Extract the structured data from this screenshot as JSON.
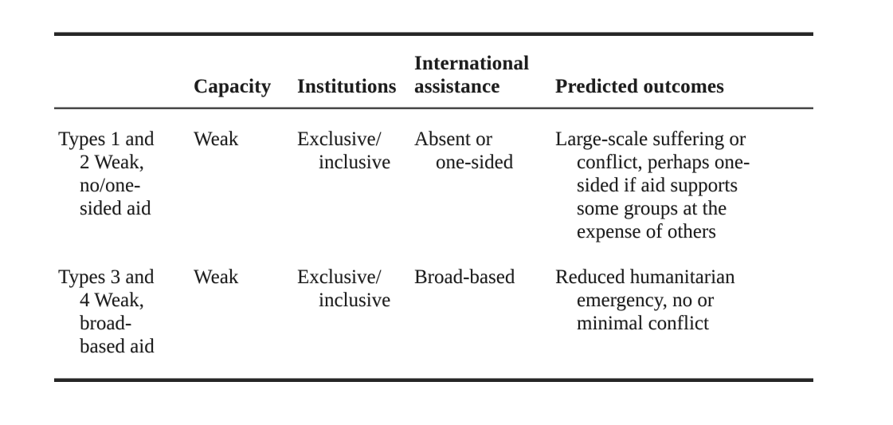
{
  "page": {
    "background_color": "#ffffff",
    "text_color": "#1d1d1d",
    "rule_color": "#262626"
  },
  "table": {
    "headers": {
      "row_label": "",
      "capacity": "Capacity",
      "institutions": "Institutions",
      "international_assistance": "International\nassistance",
      "predicted_outcomes": "Predicted outcomes"
    },
    "rows": [
      {
        "type_label": "Types 1 and\n2 Weak,\nno/one-\nsided aid",
        "capacity": "Weak",
        "institutions": "Exclusive/\ninclusive",
        "international_assistance": "Absent or\none-sided",
        "predicted_outcomes": "Large-scale suffering or\nconflict, perhaps one-\nsided if aid supports\nsome groups at the\nexpense of others"
      },
      {
        "type_label": "Types 3 and\n4 Weak,\nbroad-\nbased aid",
        "capacity": "Weak",
        "institutions": "Exclusive/\ninclusive",
        "international_assistance": "Broad-based",
        "predicted_outcomes": "Reduced humanitarian\nemergency, no or\nminimal conflict"
      }
    ]
  }
}
